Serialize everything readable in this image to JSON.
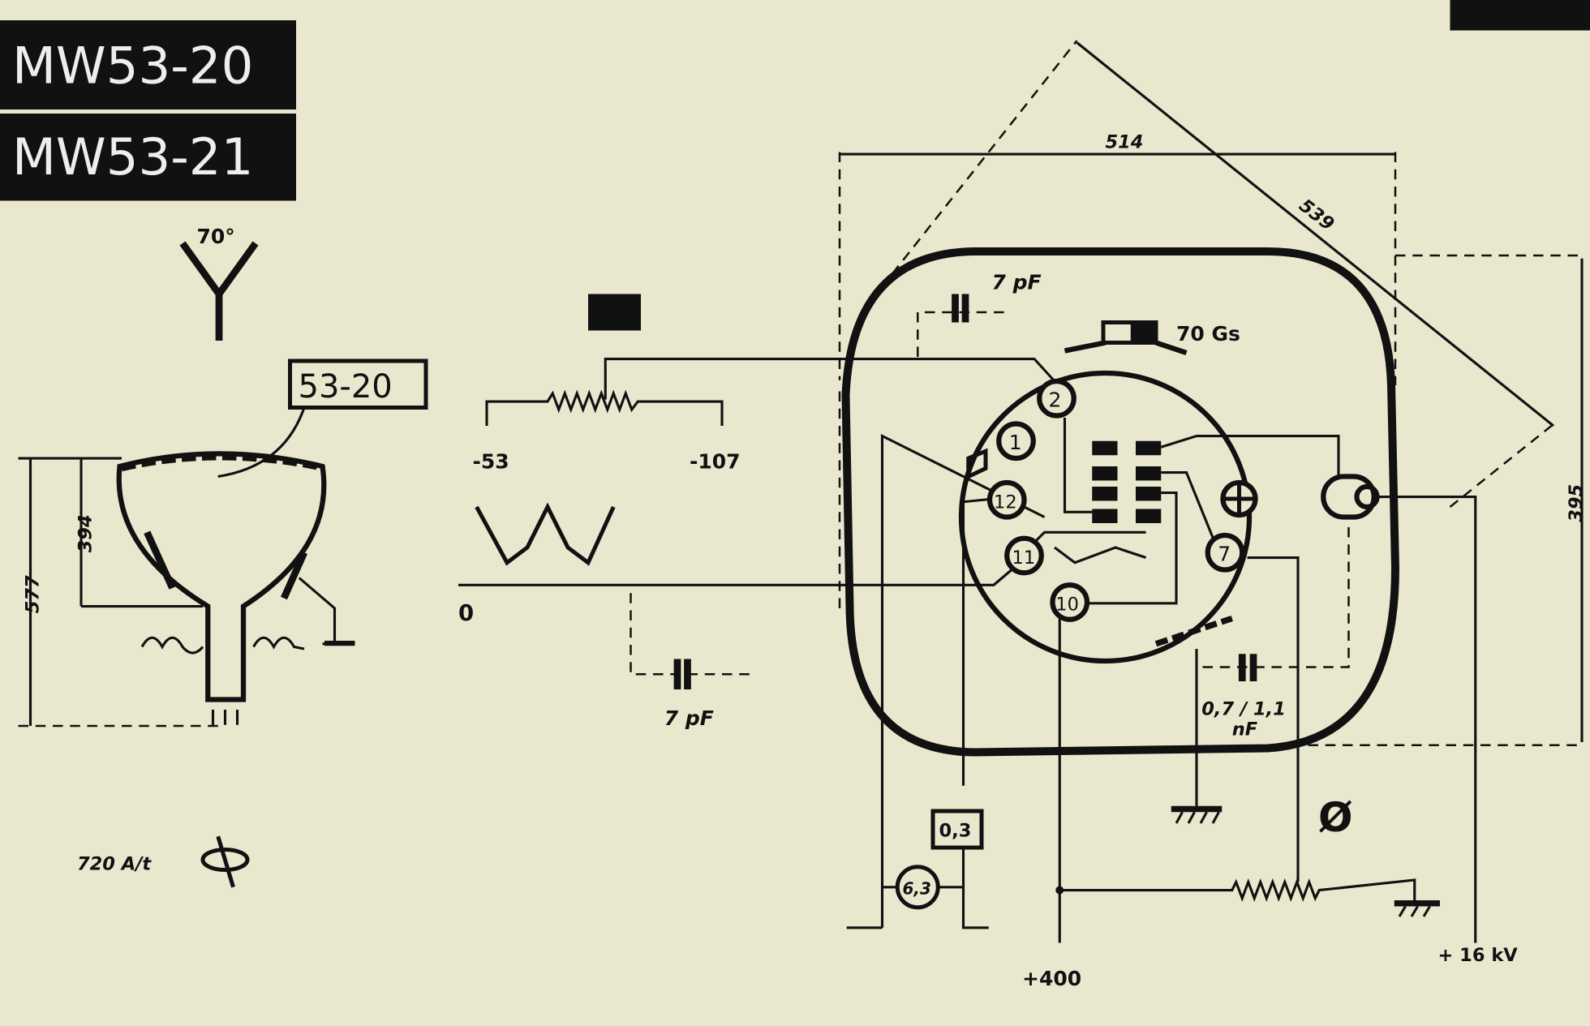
{
  "title_labels": [
    "MW53-20",
    "MW53-21"
  ],
  "deflection_angle": "70°",
  "type_label": "53-20",
  "dimensions": {
    "neck_height": "394",
    "total_height": "577",
    "width": "514",
    "diagonal": "539",
    "height": "395"
  },
  "focus_coil": "720 A/t",
  "grid_bias": {
    "low": "-53",
    "high": "-107"
  },
  "input_zero": "0",
  "capacitance_top": "7 pF",
  "capacitance_bottom": "7 pF",
  "magnet": "70 Gs",
  "pins": [
    "2",
    "1",
    "12",
    "11",
    "10",
    "7"
  ],
  "aquadag_capacitance": "0,7 / 1,1",
  "aquadag_unit": "nF",
  "heater_current": "0,3",
  "heater_voltage": "6,3",
  "supply_anode": "+400",
  "supply_eht": "+ 16 kV",
  "focus_symbol": "Ø"
}
